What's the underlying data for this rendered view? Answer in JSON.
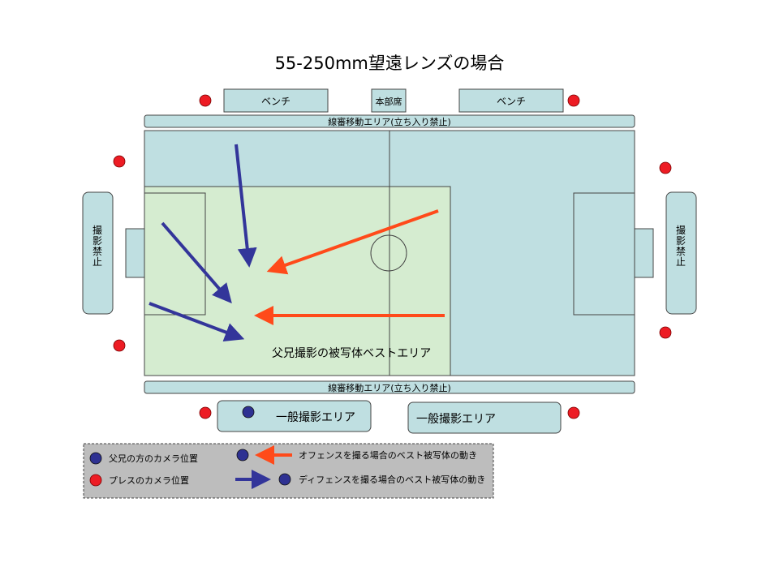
{
  "title": "55-250mm望遠レンズの場合",
  "bench_left": "ベンチ",
  "headquarters": "本部席",
  "bench_right": "ベンチ",
  "linesman_area_top": "線審移動エリア(立ち入り禁止)",
  "linesman_area_bottom": "線審移動エリア(立ち入り禁止)",
  "no_photo_left": "撮影禁止",
  "no_photo_right": "撮影禁止",
  "best_area_label": "父兄撮影の被写体ベストエリア",
  "general_area_1": "一般撮影エリア",
  "general_area_2": "一般撮影エリア",
  "legend": {
    "parent_camera": "父兄の方のカメラ位置",
    "press_camera": "プレスのカメラ位置",
    "offense_move": "オフェンスを撮る場合のベスト被写体の動き",
    "defense_move": "ディフェンスを撮る場合のベスト被写体の動き"
  },
  "colors": {
    "field": "#bfdfe1",
    "best_area": "#d5ecd0",
    "parent_dot": "#2e3192",
    "press_dot": "#ed1c24",
    "offense_arrow": "#ff4a1a",
    "defense_arrow": "#33359a",
    "legend_bg": "#bdbdbd"
  }
}
